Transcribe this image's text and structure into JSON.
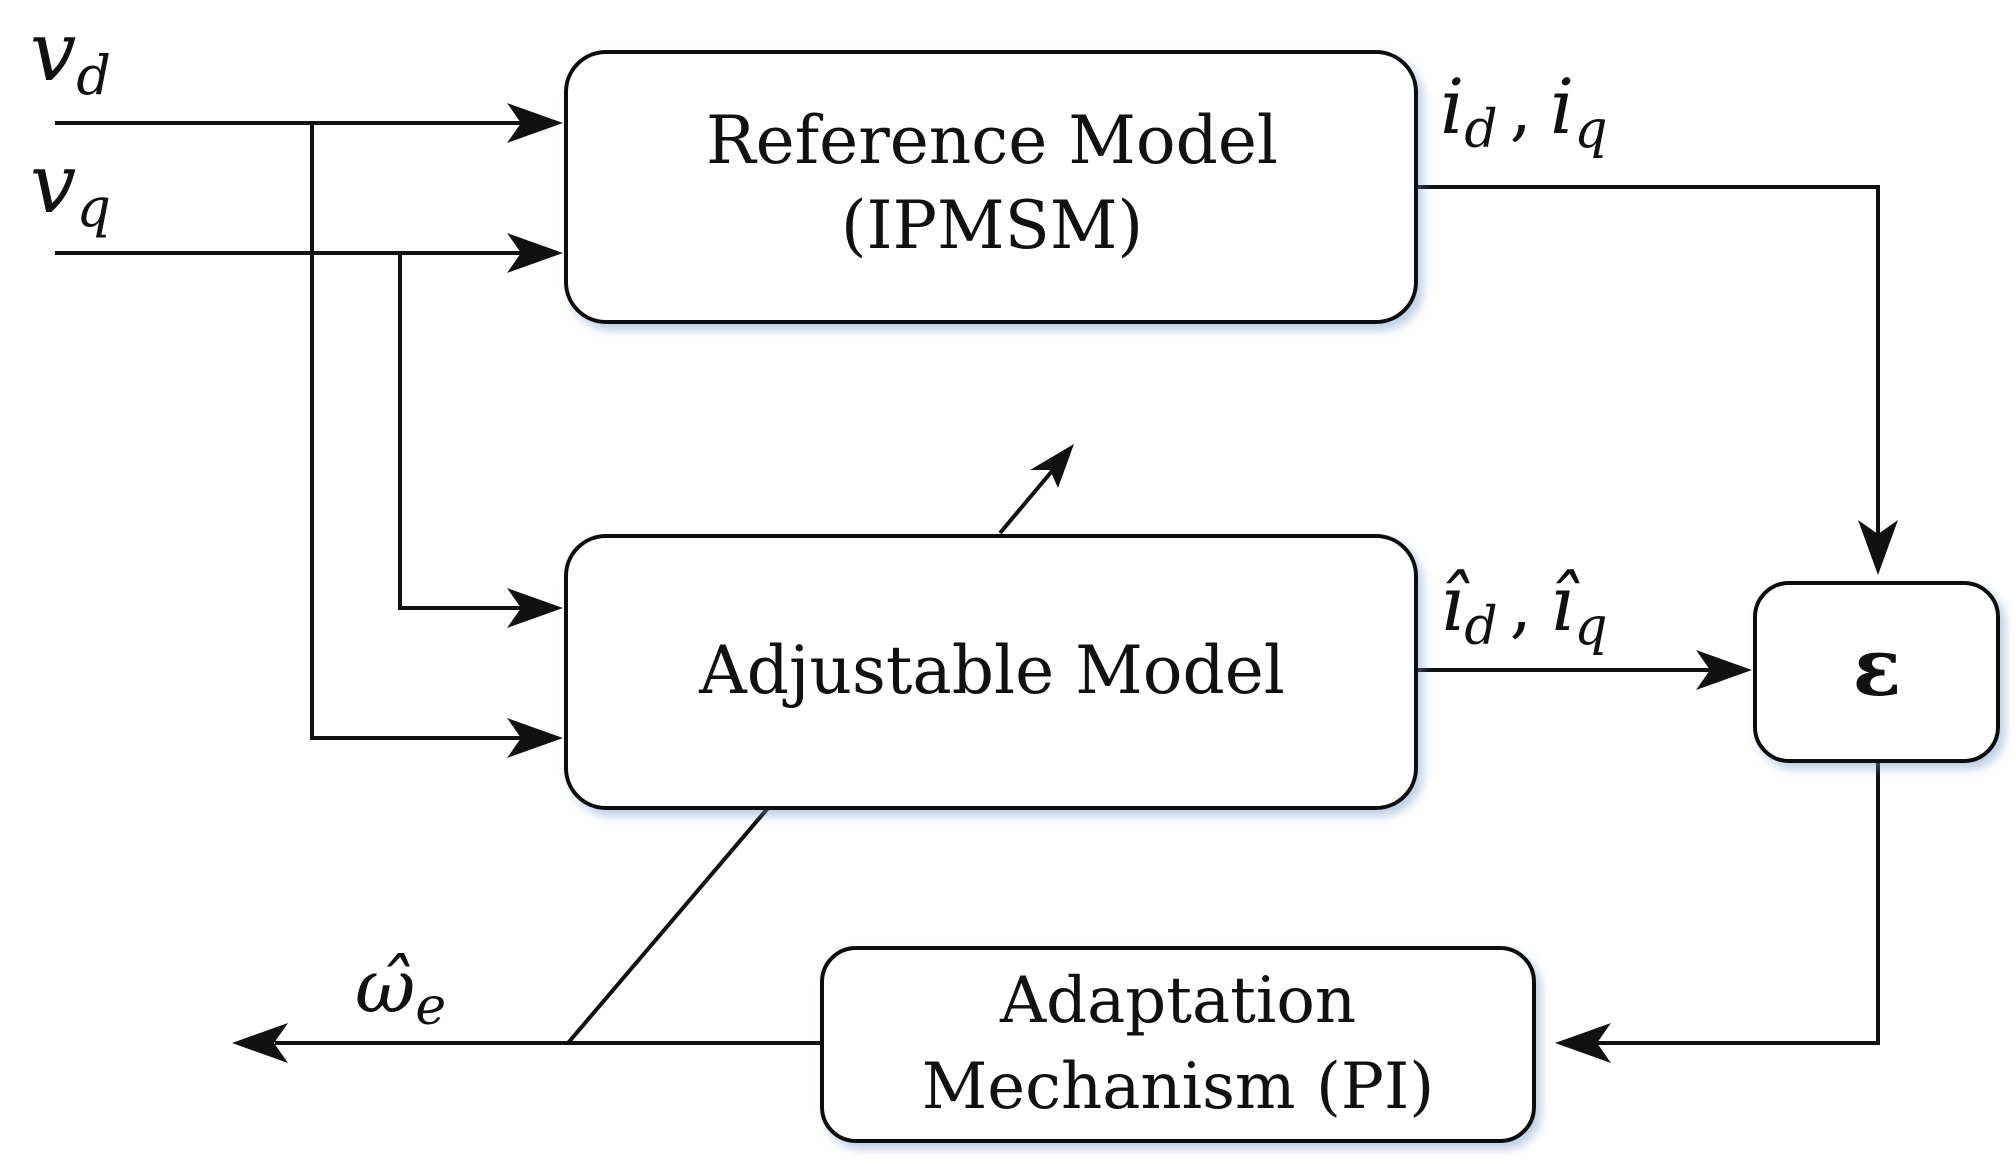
{
  "blocks": {
    "reference_model": {
      "line1": "Reference Model",
      "line2": "(IPMSM)"
    },
    "adjustable_model": {
      "label": "Adjustable Model"
    },
    "error_block": {
      "label": "ε"
    },
    "adaptation_mechanism": {
      "line1": "Adaptation",
      "line2": "Mechanism (PI)"
    }
  },
  "signals": {
    "vd": {
      "base": "v",
      "sub": "d"
    },
    "vq": {
      "base": "v",
      "sub": "q"
    },
    "id_iq": {
      "base1": "i",
      "sub1": "d",
      "sep": ",",
      "base2": "i",
      "sub2": "q"
    },
    "id_iq_hat": {
      "base1": "î",
      "sub1": "d",
      "sep": ",",
      "base2": "î",
      "sub2": "q"
    },
    "omega_hat": {
      "base": "ω̂",
      "sub": "e"
    }
  }
}
